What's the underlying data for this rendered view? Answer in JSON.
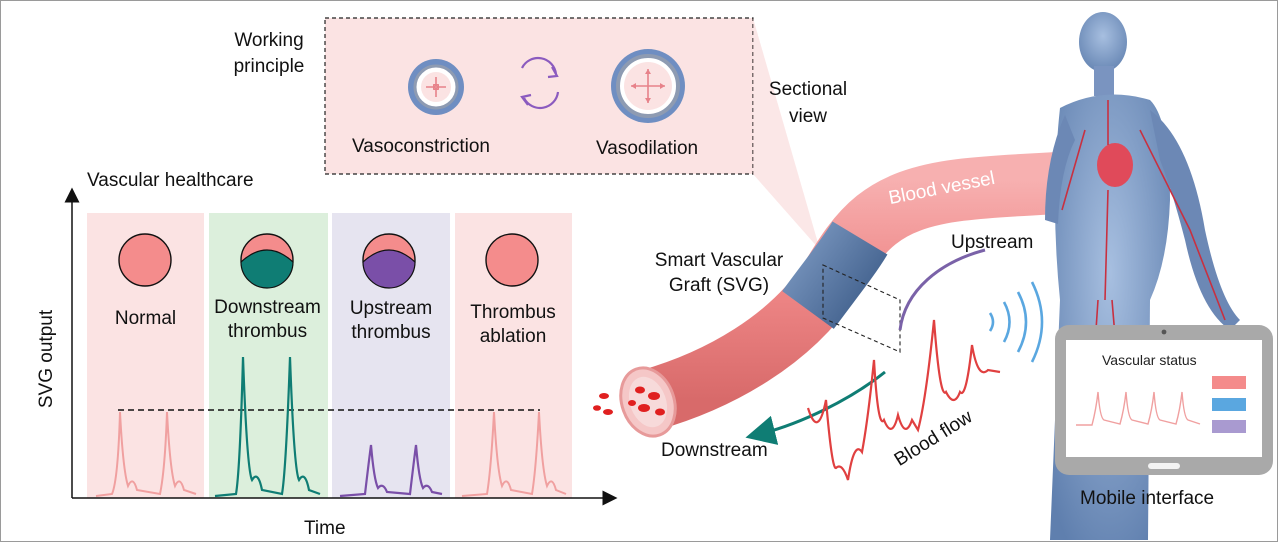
{
  "texts": {
    "working_principle_1": "Working",
    "working_principle_2": "principle",
    "vasoconstriction": "Vasoconstriction",
    "vasodilation": "Vasodilation",
    "sectional_view_1": "Sectional",
    "sectional_view_2": "view",
    "vascular_healthcare": "Vascular healthcare",
    "y_axis": "SVG output",
    "x_axis": "Time",
    "normal": "Normal",
    "downstream_thrombus_1": "Downstream",
    "downstream_thrombus_2": "thrombus",
    "upstream_thrombus_1": "Upstream",
    "upstream_thrombus_2": "thrombus",
    "thrombus_ablation_1": "Thrombus",
    "thrombus_ablation_2": "ablation",
    "svg_label_1": "Smart Vascular",
    "svg_label_2": "Graft (SVG)",
    "blood_vessel": "Blood vessel",
    "upstream": "Upstream",
    "downstream": "Downstream",
    "blood_flow": "Blood flow",
    "vascular_status": "Vascular status",
    "mobile_interface": "Mobile interface"
  },
  "colors": {
    "pink_panel": "#fbe3e3",
    "green_panel": "#dcefdc",
    "purple_panel": "#e6e4f0",
    "vessel": "#ef8b8b",
    "graft": "#5a7aa6",
    "teal": "#0f7d74",
    "purple": "#7a4fa8",
    "signal_pink": "#f0a0a0",
    "signal_red": "#e04040"
  },
  "legend_swatches": [
    "#f48b8b",
    "#5aa7e0",
    "#a99ad0"
  ]
}
